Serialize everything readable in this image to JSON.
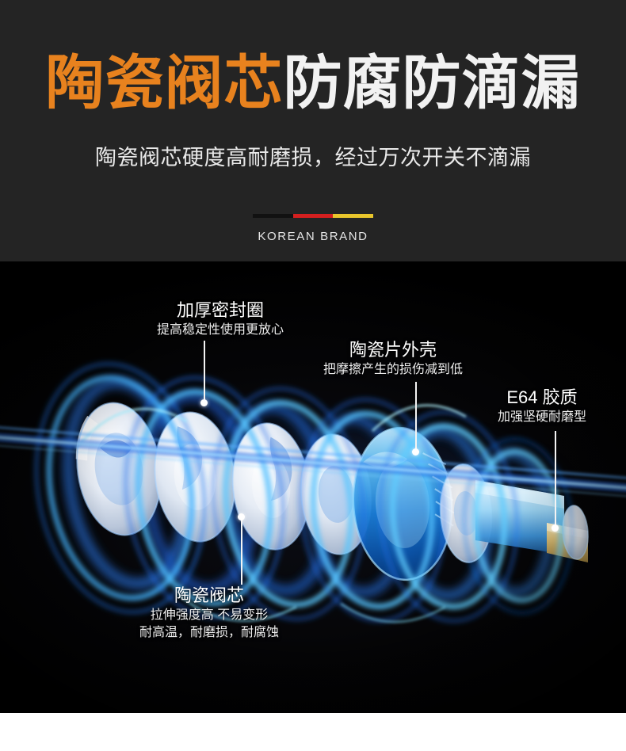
{
  "headline": {
    "accent_text": "陶瓷阀芯",
    "plain_text": "防腐防滴漏",
    "accent_color": "#e8821e",
    "plain_color": "#f2f2f2"
  },
  "subheadline": "陶瓷阀芯硬度高耐磨损，经过万次开关不滴漏",
  "brand": {
    "name": "KOREAN BRAND",
    "flag_colors": [
      "#111111",
      "#d41f1f",
      "#e9c62c"
    ]
  },
  "background": {
    "panel_color": "#242424",
    "stage_color": "#050507",
    "page_color": "#ffffff"
  },
  "callouts": [
    {
      "id": "seal",
      "title": "加厚密封圈",
      "desc": "提高稳定性使用更放心"
    },
    {
      "id": "shell",
      "title": "陶瓷片外壳",
      "desc": "把摩擦产生的损伤减到低"
    },
    {
      "id": "e64",
      "title": "E64 胶质",
      "desc": "加强坚硬耐磨型"
    },
    {
      "id": "cartridge",
      "title": "陶瓷阀芯",
      "desc_line1": "拉伸强度高 不易变形",
      "desc_line2": "耐高温，耐磨损，耐腐蚀"
    }
  ]
}
